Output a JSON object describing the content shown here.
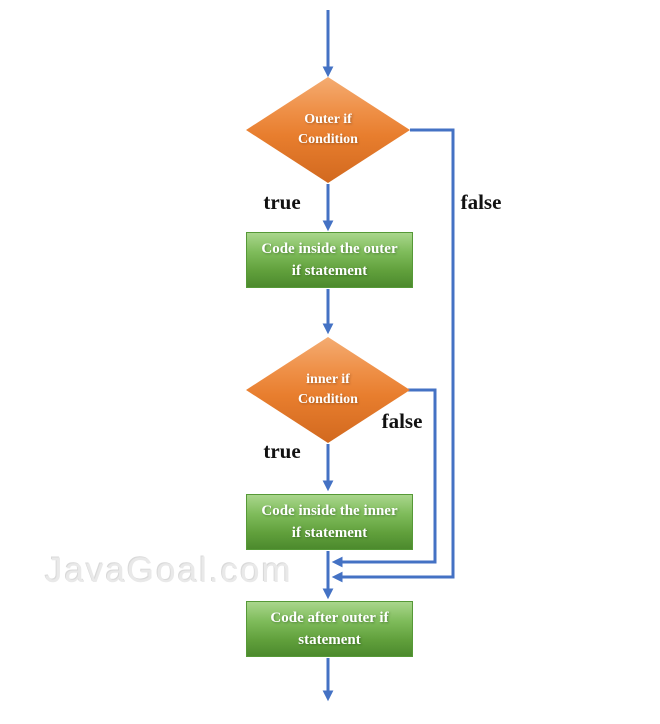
{
  "watermark": "JavaGoal.com",
  "colors": {
    "line_blue": "#4472C4",
    "diamond_orange": "#E87E2E",
    "box_green": "#70AD47",
    "watermark_gray": "#e9e9e9"
  },
  "nodes": {
    "outer_decision": {
      "text": "Outer if\nCondition"
    },
    "outer_code": {
      "text": "Code inside the outer\nif statement"
    },
    "inner_decision": {
      "text": "inner if\nCondition"
    },
    "inner_code": {
      "text": "Code inside the inner\nif statement"
    },
    "after_code": {
      "text": "Code after outer if\nstatement"
    }
  },
  "labels": {
    "outer_true": "true",
    "outer_false": "false",
    "inner_true": "true",
    "inner_false": "false"
  }
}
